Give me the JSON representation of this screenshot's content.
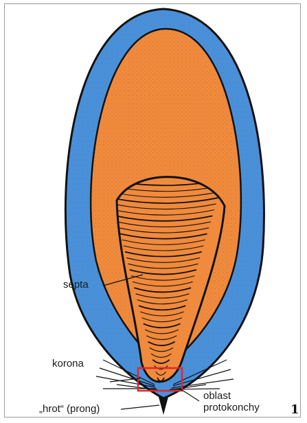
{
  "labels": {
    "septa": "septa",
    "korona": "korona",
    "prong": "„hrot“ (prong)",
    "region_line1": "oblast",
    "region_line2": "protokonchy"
  },
  "figure_number": "1",
  "colors": {
    "outer_shell": "#4a90d9",
    "inner_body": "#f08a3c",
    "outline": "#111111",
    "highlight_box": "#e0262b",
    "frame": "#9a9a9a"
  }
}
